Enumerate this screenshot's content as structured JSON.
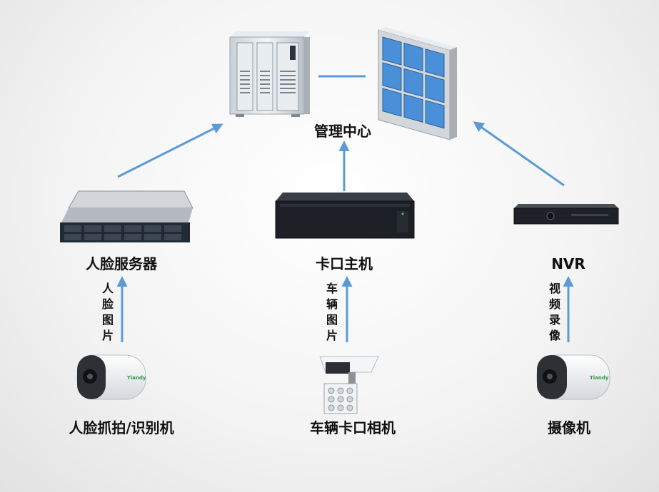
{
  "center": {
    "label": "管理中心"
  },
  "nodes": {
    "face_server": {
      "label": "人脸服务器"
    },
    "checkpoint_host": {
      "label": "卡口主机"
    },
    "nvr": {
      "label": "NVR"
    },
    "face_camera": {
      "label": "人脸抓拍/识别机",
      "brand": "Tiandy"
    },
    "vehicle_camera": {
      "label": "车辆卡口相机"
    },
    "camera": {
      "label": "摄像机",
      "brand": "Tiandy"
    }
  },
  "links": {
    "face": "人脸图片",
    "vehicle": "车辆图片",
    "video": "视频录像"
  },
  "colors": {
    "arrow": "#5b9bd5",
    "screen": "#4a90d9"
  }
}
